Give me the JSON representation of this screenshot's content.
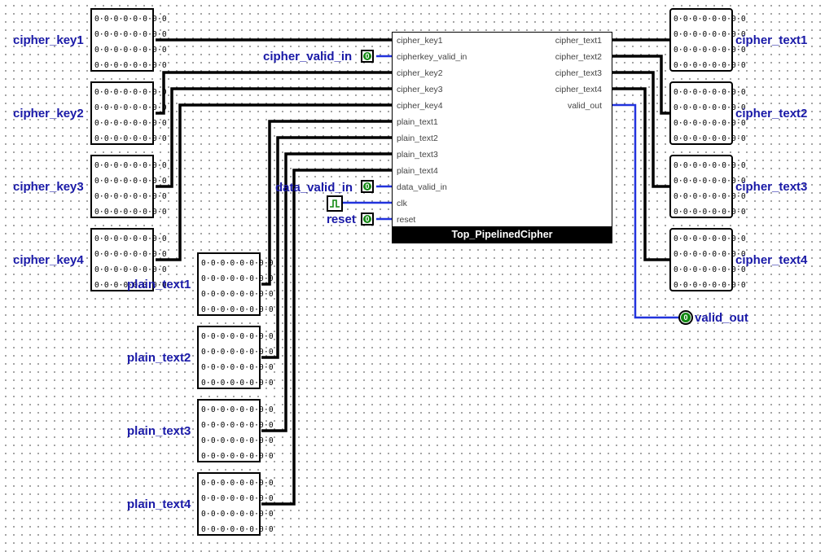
{
  "inputs": {
    "cipher_key1": "cipher_key1",
    "cipher_key2": "cipher_key2",
    "cipher_key3": "cipher_key3",
    "cipher_key4": "cipher_key4",
    "plain_text1": "plain_text1",
    "plain_text2": "plain_text2",
    "plain_text3": "plain_text3",
    "plain_text4": "plain_text4",
    "cipher_valid_in": "cipher_valid_in",
    "data_valid_in": "data_valid_in",
    "reset": "reset"
  },
  "outputs": {
    "cipher_text1": "cipher_text1",
    "cipher_text2": "cipher_text2",
    "cipher_text3": "cipher_text3",
    "cipher_text4": "cipher_text4",
    "valid_out": "valid_out"
  },
  "register_row": "0·0·0·0·0·0·0·0",
  "bit_value": "0",
  "block": {
    "title": "Top_PipelinedCipher",
    "left_ports": [
      "cipher_key1",
      "cipherkey_valid_in",
      "cipher_key2",
      "cipher_key3",
      "cipher_key4",
      "plain_text1",
      "plain_text2",
      "plain_text3",
      "plain_text4",
      "data_valid_in",
      "clk",
      "reset"
    ],
    "right_ports": [
      "cipher_text1",
      "cipher_text2",
      "cipher_text3",
      "cipher_text4",
      "valid_out"
    ]
  },
  "colors": {
    "bus_wire": "#000000",
    "bit_wire": "#2233dd",
    "label": "#1a1aa8",
    "led_on": "#118811"
  }
}
